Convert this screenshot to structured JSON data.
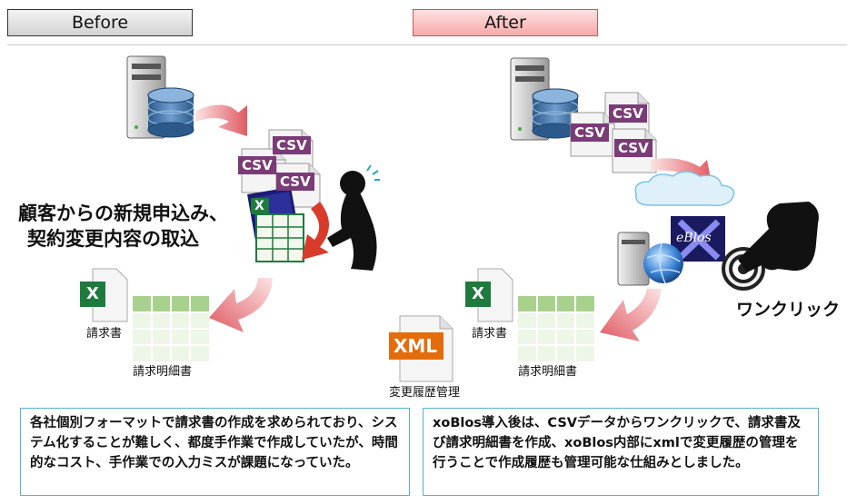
{
  "headers": {
    "before": "Before",
    "after": "After"
  },
  "before": {
    "title_line1": "顧客からの新規申込み、",
    "title_line2": "契約変更内容の取込",
    "invoice_label": "請求書",
    "detail_label": "請求明細書",
    "description": "各社個別フォーマットで請求書の作成を求められており、システム化することが難しく、都度手作業で作成していたが、時間的なコスト、手作業での入力ミスが課題になっていた。"
  },
  "after": {
    "one_click_label": "ワンクリック",
    "invoice_label": "請求書",
    "detail_label": "請求明細書",
    "xml_label": "変更履歴管理",
    "description": "xoBlos導入後は、CSVデータからワンクリックで、請求書及び請求明細書を作成、xoBlos内部にxmlで変更履歴の管理を行うことで作成履歴も管理可能な仕組みとしました。"
  },
  "icons": {
    "csv_text": "CSV",
    "xml_text": "XML",
    "excel_letter": "X",
    "xoblos_logo_text": "eBlos"
  },
  "colors": {
    "csv": "#7a3b76",
    "excel": "#1f7a3e",
    "arrow": "#e8737a",
    "xml": "#e46c0a",
    "box_border": "#56b3c8"
  }
}
